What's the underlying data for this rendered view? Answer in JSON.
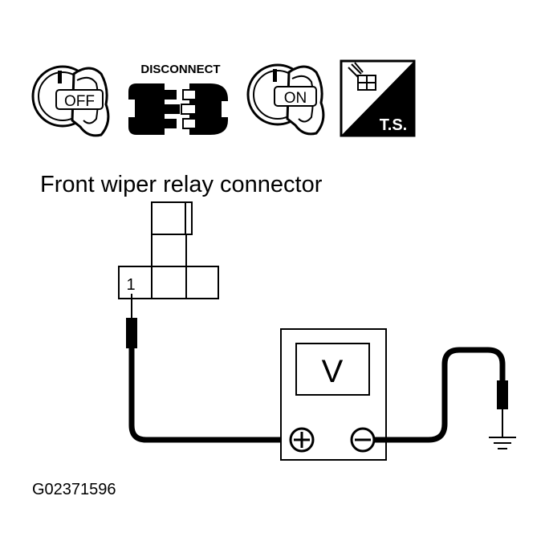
{
  "icons": {
    "key_off": {
      "icon": "ignition-key-off-icon",
      "label": "OFF"
    },
    "disconnect": {
      "icon": "connector-disconnect-icon",
      "label": "DISCONNECT"
    },
    "key_on": {
      "icon": "ignition-key-on-icon",
      "label": "ON"
    },
    "ts": {
      "icon": "trouble-shooting-icon",
      "label": "T.S."
    }
  },
  "connector": {
    "title": "Front wiper relay connector",
    "pin_label": "1"
  },
  "voltmeter": {
    "display": "V",
    "positive_symbol": "+",
    "negative_symbol": "−"
  },
  "figure_code": "G02371596"
}
